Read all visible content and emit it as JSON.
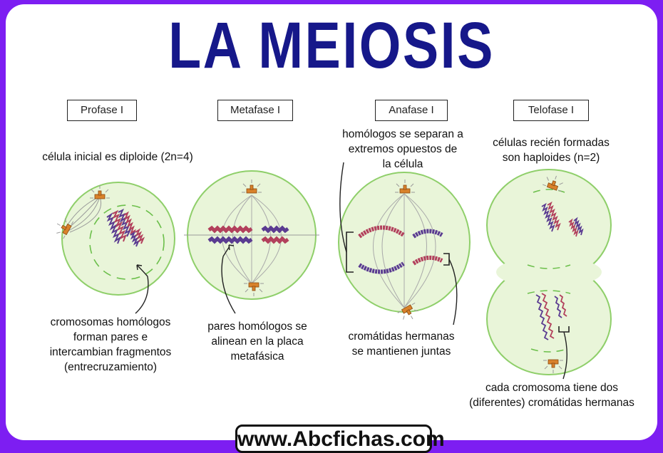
{
  "title": "LA MEIOSIS",
  "phases": [
    {
      "name": "Profase I"
    },
    {
      "name": "Metafase I"
    },
    {
      "name": "Anafase I"
    },
    {
      "name": "Telofase I"
    }
  ],
  "notes": {
    "profase_top": "célula inicial es diploide (2n=4)",
    "profase_bottom": "cromosomas homólogos\nforman pares e\nintercambian fragmentos\n(entrecruzamiento)",
    "metafase_bottom": "pares homólogos se\nalinean en la placa\nmetafásica",
    "anafase_top": "homólogos se separan a\nextremos opuestos de\nla célula",
    "anafase_bottom": "cromátidas hermanas\nse mantienen juntas",
    "telofase_top": "células recién formadas\nson haploides (n=2)",
    "telofase_bottom": "cada cromosoma tiene dos\n(diferentes) cromátidas hermanas"
  },
  "footer": "www.Abcfichas.com",
  "colors": {
    "background": "#7d1ef2",
    "title": "#16188a",
    "cell_fill": "#e9f5d9",
    "cell_outline": "#8fcf6a",
    "chromosome_red": "#b2405c",
    "chromosome_purple": "#5a3b91",
    "centrosome": "#d9822b"
  }
}
